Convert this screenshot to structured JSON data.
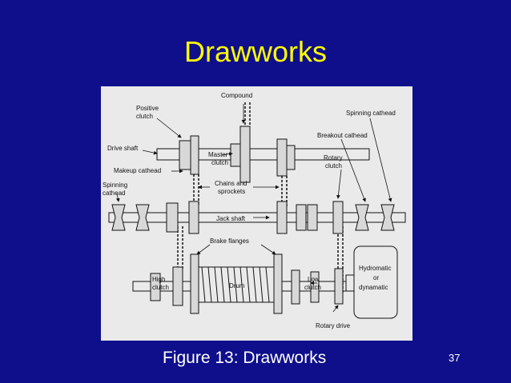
{
  "title": "Drawworks",
  "caption": "Figure 13: Drawworks",
  "page_number": "37",
  "colors": {
    "background": "#0f0f8c",
    "title": "#ffff00",
    "text": "#ffffff",
    "figure_bg": "#eaeaea"
  },
  "diagram": {
    "labels": {
      "compound": "Compound",
      "positive": "Positive",
      "clutch_positive": "clutch",
      "spinning_cathead_right": "Spinning cathead",
      "drive_shaft": "Drive shaft",
      "master": "Master",
      "clutch_master": "clutch",
      "breakout_cathead": "Breakout cathead",
      "rotary": "Rotary",
      "clutch_rotary": "clutch",
      "makeup_cathead": "Makeup cathead",
      "spinning_left": "Spinning",
      "cathead_left": "cathead",
      "chains_and": "Chains and",
      "sprockets": "sprockets",
      "jack_shaft": "Jack shaft",
      "brake_flanges": "Brake flanges",
      "high": "High",
      "clutch_high": "clutch",
      "drum": "Drum",
      "low": "Low",
      "clutch_low": "clutch",
      "hydromatic": "Hydromatic",
      "or": "or",
      "dynamatic": "dynamatic",
      "rotary_drive": "Rotary drive"
    }
  }
}
